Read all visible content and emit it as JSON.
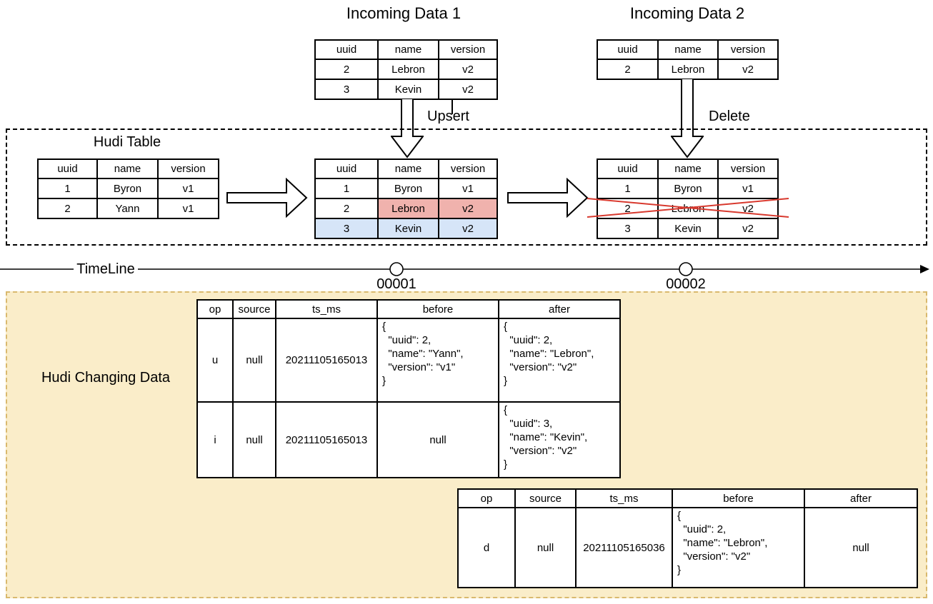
{
  "titles": {
    "incoming1": "Incoming Data 1",
    "incoming2": "Incoming Data 2",
    "hudi_box": "Hudi Table",
    "changing_box": "Hudi Changing Data"
  },
  "ops": {
    "upsert": "Upsert",
    "delete": "Delete"
  },
  "timeline": {
    "label": "TimeLine",
    "commits": [
      "00001",
      "00002"
    ]
  },
  "incoming1": {
    "headers": [
      "uuid",
      "name",
      "version"
    ],
    "rows": [
      [
        "2",
        "Lebron",
        "v2"
      ],
      [
        "3",
        "Kevin",
        "v2"
      ]
    ]
  },
  "incoming2": {
    "headers": [
      "uuid",
      "name",
      "version"
    ],
    "rows": [
      [
        "2",
        "Lebron",
        "v2"
      ]
    ]
  },
  "hudi_initial": {
    "headers": [
      "uuid",
      "name",
      "version"
    ],
    "rows": [
      [
        "1",
        "Byron",
        "v1"
      ],
      [
        "2",
        "Yann",
        "v1"
      ]
    ]
  },
  "hudi_upserted": {
    "headers": [
      "uuid",
      "name",
      "version"
    ],
    "rows": [
      [
        "1",
        "Byron",
        "v1"
      ],
      [
        "2",
        "Lebron",
        "v2"
      ],
      [
        "3",
        "Kevin",
        "v2"
      ]
    ]
  },
  "hudi_deleted": {
    "headers": [
      "uuid",
      "name",
      "version"
    ],
    "rows": [
      [
        "1",
        "Byron",
        "v1"
      ],
      [
        "2",
        "Lebron",
        "v2"
      ],
      [
        "3",
        "Kevin",
        "v2"
      ]
    ]
  },
  "cdc1": {
    "headers": [
      "op",
      "source",
      "ts_ms",
      "before",
      "after"
    ],
    "rows": [
      [
        "u",
        "null",
        "20211105165013",
        "{\n  \"uuid\": 2,\n  \"name\": \"Yann\",\n  \"version\": \"v1\"\n}",
        "{\n  \"uuid\": 2,\n  \"name\": \"Lebron\",\n  \"version\": \"v2\"\n}"
      ],
      [
        "i",
        "null",
        "20211105165013",
        "null",
        "{\n  \"uuid\": 3,\n  \"name\": \"Kevin\",\n  \"version\": \"v2\"\n}"
      ]
    ]
  },
  "cdc2": {
    "headers": [
      "op",
      "source",
      "ts_ms",
      "before",
      "after"
    ],
    "rows": [
      [
        "d",
        "null",
        "20211105165036",
        "{\n  \"uuid\": 2,\n  \"name\": \"Lebron\",\n  \"version\": \"v2\"\n}",
        "null"
      ]
    ]
  },
  "colors": {
    "pink": "#f0b2ad",
    "pink-border": "#b85450",
    "blue": "#d6e5f8",
    "blue-border": "#6c8ebf",
    "yellow": "#faedc9",
    "yellow-border": "#d9b96e",
    "red-x": "#d8392e"
  }
}
